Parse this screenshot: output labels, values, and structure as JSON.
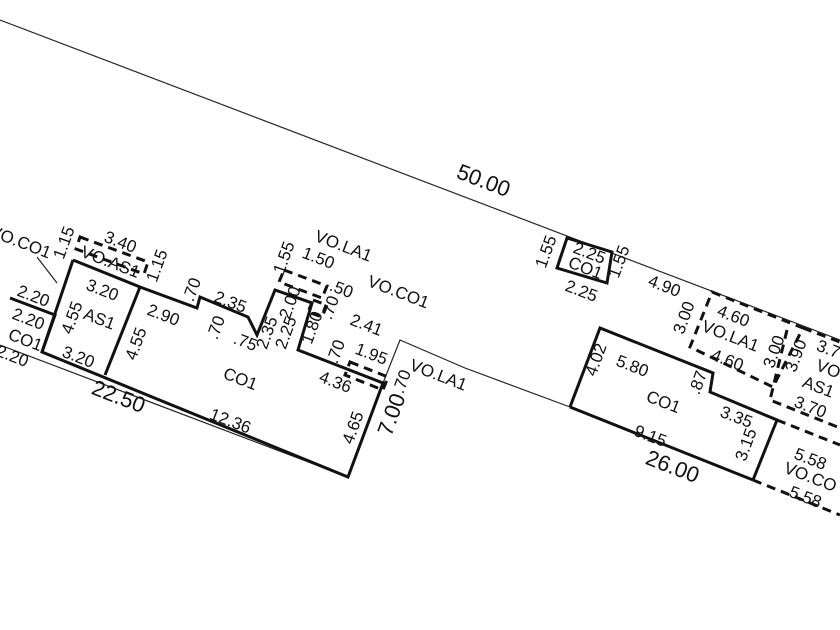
{
  "overall": {
    "top": "50.00",
    "front_left": "22.50",
    "side": "7.00",
    "front_right": "26.00"
  },
  "left_block": {
    "vo_co1_a": "VO.CO1",
    "d115a": "1.15",
    "d340": "3.40",
    "vo_as1": "VO.AS1",
    "d115b": "1.15",
    "d320a": "3.20",
    "as1": "AS1",
    "d455a": "4.55",
    "d455b": "4.55",
    "d320b": "3.20",
    "d290": "2.90",
    "d70a": ".70",
    "d235a": "2.35",
    "d70b": ".70",
    "d75": ".75",
    "d235b": "2.35",
    "d225": "2.25",
    "d200": "2.00",
    "d155": "1.55",
    "d150": "1.50",
    "vo_la1_a": "VO.LA1",
    "d50": ".50",
    "vo_co1_b": "VO.CO1",
    "d180": "1.80",
    "d70c": ".70",
    "d241": "2.41",
    "d70d": ".70",
    "d195": "1.95",
    "d436": "4.36",
    "co1": "CO1",
    "d1236": "12.36",
    "d465": "4.65",
    "d70e": ".70",
    "vo_la1_b": "VO.LA1",
    "d220a": "2.20",
    "d220b": "2.20",
    "co1_small": "CO1",
    "d220c": "2.20"
  },
  "right_block": {
    "d155a": "1.55",
    "d225a": "2.25",
    "co1_small": "CO1",
    "d225b": "2.25",
    "d155b": "1.55",
    "d490": "4.90",
    "d300a": "3.00",
    "d460a": "4.60",
    "vo_la1": "VO.LA1",
    "d460b": "4.60",
    "d300b": "3.00",
    "d390": "3.90",
    "d37": "3.7",
    "vo": "VO",
    "as1": "AS1",
    "d370": "3.70",
    "d580": "5.80",
    "d87": ".87",
    "co1": "CO1",
    "d335": "3.35",
    "d915": "9.15",
    "d402": "4.02",
    "d315": "3.15",
    "d558a": "5.58",
    "vo_co": "VO.CO",
    "d558b": "5.58"
  }
}
